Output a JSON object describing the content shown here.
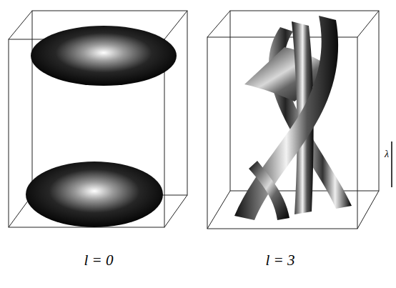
{
  "diagram": {
    "labels": [
      "l = 0",
      "l = 3",
      "λ"
    ]
  }
}
